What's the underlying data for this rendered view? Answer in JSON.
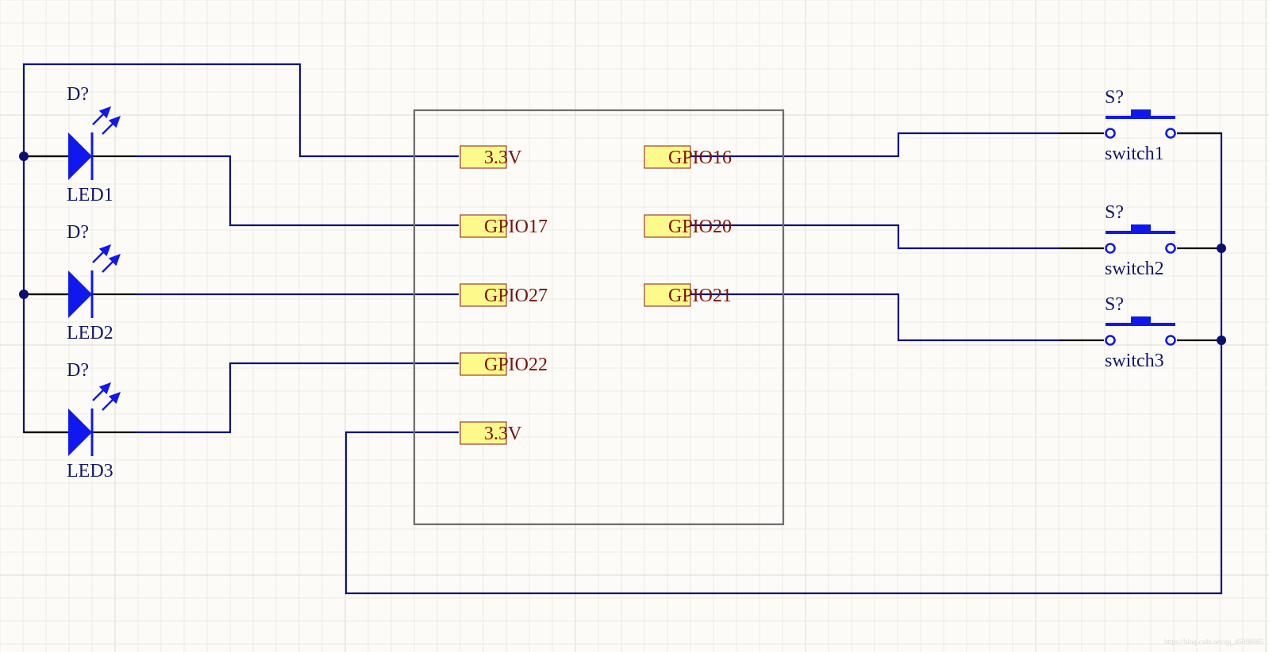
{
  "colors": {
    "background": "#fcfbf7",
    "grid_minor": "#ecebe4",
    "grid_major": "#dcdbd3",
    "wire": "#10127e",
    "component": "#1018ee",
    "junction": "#0b0f6e",
    "pin_fill": "#fdf98a",
    "pin_stroke": "#8a1a10",
    "pin_text": "#7a1208",
    "module_stroke": "#6e6e6e",
    "designator_text": "#13156a",
    "lead": "#101010"
  },
  "leds": [
    {
      "designator": "D?",
      "label": "LED1"
    },
    {
      "designator": "D?",
      "label": "LED2"
    },
    {
      "designator": "D?",
      "label": "LED3"
    }
  ],
  "module": {
    "left_pins": [
      "3.3V",
      "GPIO17",
      "GPIO27",
      "GPIO22",
      "3.3V"
    ],
    "right_pins": [
      "GPIO16",
      "GPIO20",
      "GPIO21"
    ]
  },
  "switches": [
    {
      "designator": "S?",
      "label": "switch1"
    },
    {
      "designator": "S?",
      "label": "switch2"
    },
    {
      "designator": "S?",
      "label": "switch3"
    }
  ],
  "watermark": "https://blog.csdn.net/qq_45098985"
}
